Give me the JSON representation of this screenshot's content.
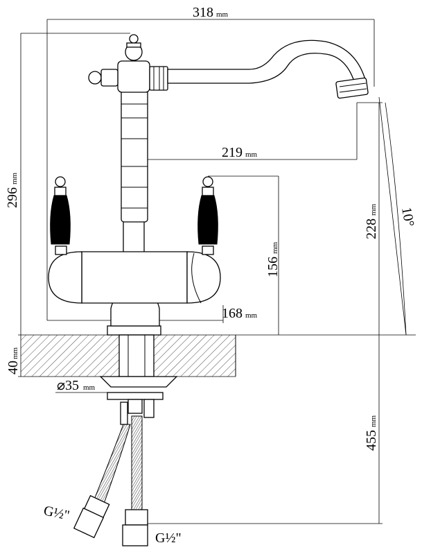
{
  "dimensions": {
    "overall_width": "318",
    "overall_height": "296",
    "spout_reach": "219",
    "spout_height": "228",
    "handle_height": "156",
    "handle_spacing": "168",
    "deck_thickness": "40",
    "hole_diameter": "⌀35",
    "hose_length": "455",
    "angle": "10°",
    "unit": "mm"
  },
  "connections": {
    "left": "G½\"",
    "right": "G½\""
  }
}
